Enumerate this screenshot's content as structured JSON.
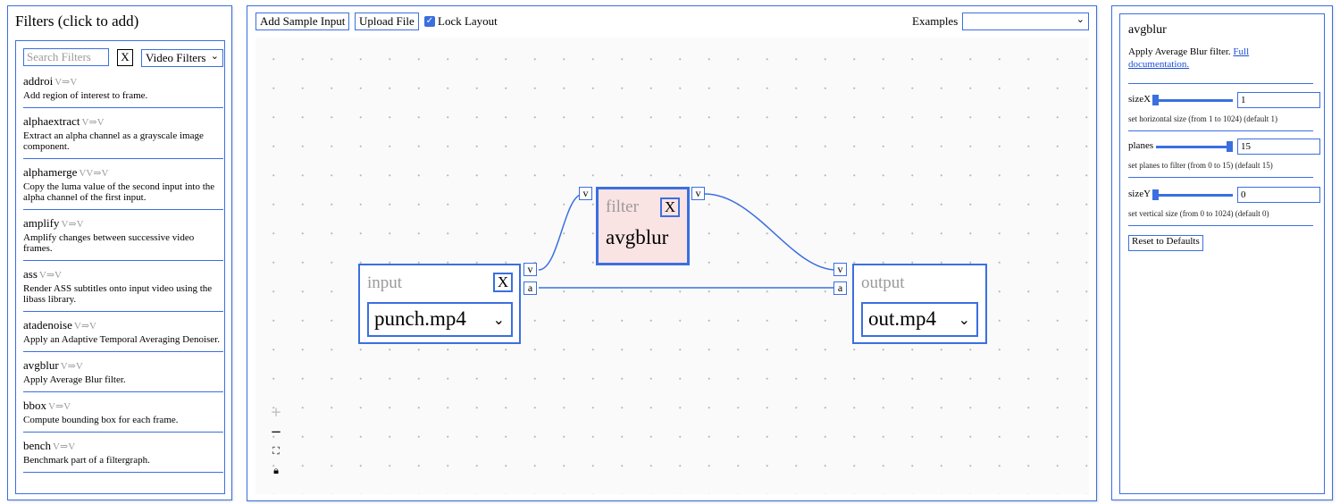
{
  "colors": {
    "accent": "#3b6fe0",
    "filter_node_bg": "#fae3e3",
    "canvas_bg": "#fafafa"
  },
  "filters_panel": {
    "title": "Filters (click to add)",
    "search_placeholder": "Search Filters",
    "clear_label": "X",
    "category_selected": "Video Filters",
    "items": [
      {
        "name": "addroi",
        "sig": "V⇒V",
        "desc": "Add region of interest to frame."
      },
      {
        "name": "alphaextract",
        "sig": "V⇒V",
        "desc": "Extract an alpha channel as a grayscale image component."
      },
      {
        "name": "alphamerge",
        "sig": "VV⇒V",
        "desc": "Copy the luma value of the second input into the alpha channel of the first input."
      },
      {
        "name": "amplify",
        "sig": "V⇒V",
        "desc": "Amplify changes between successive video frames."
      },
      {
        "name": "ass",
        "sig": "V⇒V",
        "desc": "Render ASS subtitles onto input video using the libass library."
      },
      {
        "name": "atadenoise",
        "sig": "V⇒V",
        "desc": "Apply an Adaptive Temporal Averaging Denoiser."
      },
      {
        "name": "avgblur",
        "sig": "V⇒V",
        "desc": "Apply Average Blur filter."
      },
      {
        "name": "bbox",
        "sig": "V⇒V",
        "desc": "Compute bounding box for each frame."
      },
      {
        "name": "bench",
        "sig": "V⇒V",
        "desc": "Benchmark part of a filtergraph."
      }
    ]
  },
  "toolbar": {
    "add_sample": "Add Sample Input",
    "upload": "Upload File",
    "lock_label": "Lock Layout",
    "lock_checked": true,
    "examples_label": "Examples",
    "examples_selected": ""
  },
  "graph": {
    "input_node": {
      "title": "input",
      "close": "X",
      "file": "punch.mp4",
      "ports_out": [
        "v",
        "a"
      ]
    },
    "filter_node": {
      "title": "filter",
      "close": "X",
      "name": "avgblur",
      "port_in": "v",
      "port_out": "v"
    },
    "output_node": {
      "title": "output",
      "file": "out.mp4",
      "ports_in": [
        "v",
        "a"
      ]
    },
    "zoom_controls": [
      "zoom-in-icon",
      "zoom-out-icon",
      "fit-view-icon",
      "lock-icon"
    ]
  },
  "properties": {
    "title": "avgblur",
    "desc": "Apply Average Blur filter.",
    "doc_link": "Full documentation.",
    "params": [
      {
        "name": "sizeX",
        "value": "1",
        "hint": "set horizontal size (from 1 to 1024) (default 1)",
        "fraction": 0.0
      },
      {
        "name": "planes",
        "value": "15",
        "hint": "set planes to filter (from 0 to 15) (default 15)",
        "fraction": 1.0
      },
      {
        "name": "sizeY",
        "value": "0",
        "hint": "set vertical size (from 0 to 1024) (default 0)",
        "fraction": 0.0
      }
    ],
    "reset_label": "Reset to Defaults"
  }
}
